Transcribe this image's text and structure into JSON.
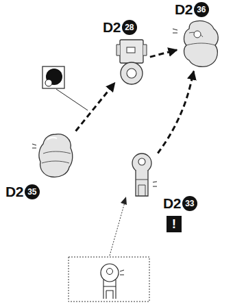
{
  "diagram": {
    "nodes": [
      {
        "text": [
          "D2",
          "35"
        ]
      },
      {
        "text": [
          "D2",
          "28"
        ]
      },
      {
        "text": [
          "D2",
          "36"
        ]
      },
      {
        "text": [
          "D2",
          "33"
        ]
      }
    ],
    "edges": [
      {
        "from": 0,
        "to": 1,
        "arrow": "to"
      },
      {
        "from": 1,
        "to": 2,
        "arrow": "to"
      },
      {
        "from": 3,
        "to": 2,
        "arrow": "to"
      }
    ],
    "labels": [
      "!"
    ]
  }
}
